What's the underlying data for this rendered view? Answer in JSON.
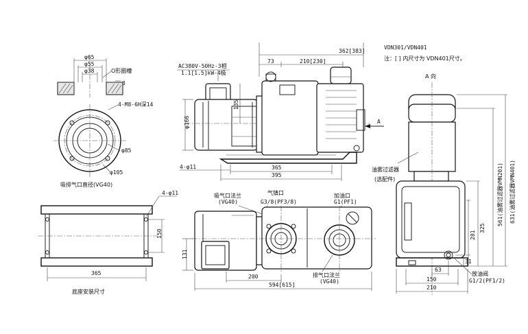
{
  "header": {
    "model": "VDN301/VDN401",
    "note": "注：[ ] 内尺寸为 VDN401尺寸。"
  },
  "flange_view": {
    "dims_top": [
      "φ65",
      "φ55",
      "φ38"
    ],
    "groove": "O形圈槽",
    "depth": "3",
    "bolt": "4-M8-6H深14",
    "d_inner": "φ85",
    "d_outer": "φ105",
    "caption": "吸排气口直径(VG40)"
  },
  "base_view": {
    "holes": "4-φ11",
    "height": "150",
    "length": "365",
    "caption": "底座安装尺寸"
  },
  "front_view": {
    "power": "AC380V-50Hz-3相",
    "power2": "1.1[1.5]kW-4极",
    "d_motor": "φ166",
    "h135": "135",
    "total": "362[383]",
    "d73": "73",
    "d210": "210[230]",
    "arrow": "A",
    "holes": "4-φ11",
    "d365": "365",
    "d395": "395"
  },
  "top_view": {
    "inlet_label": "吸气口法兰",
    "inlet_vg": "(VG40)",
    "gas_label": "气镇口",
    "gas_val": "G3/8(PF3/8)",
    "oil_label": "加油口",
    "oil_val": "G1(PF1)",
    "outlet_label": "排气口法兰",
    "outlet_vg": "(VG40)",
    "h131": "131",
    "d200": "200",
    "total": "594[615]"
  },
  "side_view": {
    "title": "A 向",
    "filter_label": "油雾过滤器",
    "filter_note": "(选配件)",
    "v_outer": "631(油雾过滤器VMN401)",
    "v_mid": "561(油雾过滤器VMN201)",
    "v325": "325",
    "v281": "281",
    "v31": "31",
    "d63": "63",
    "drain_label": "放油阀",
    "drain_val": "G1/2(PF1/2)",
    "d150": "150",
    "d210": "210"
  }
}
